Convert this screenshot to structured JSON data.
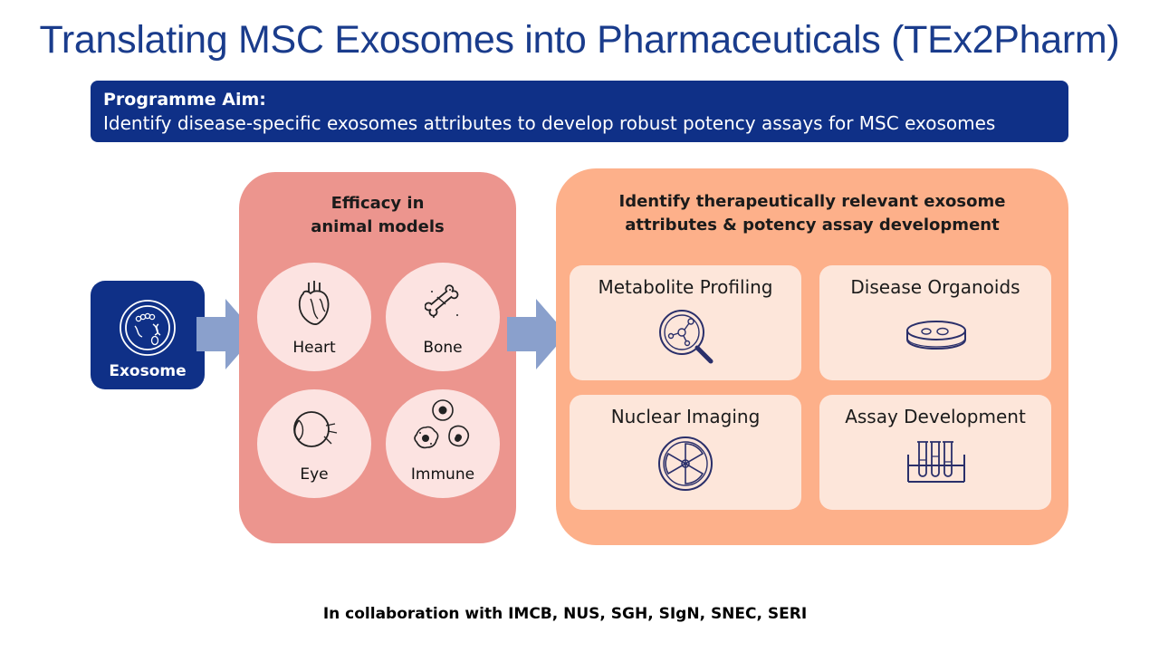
{
  "title": "Translating MSC Exosomes into Pharmaceuticals (TEx2Pharm)",
  "aim": {
    "label": "Programme Aim:",
    "text": "Identify disease-specific  exosomes attributes to develop robust potency assays for MSC exosomes"
  },
  "exosome": {
    "label": "Exosome",
    "icon": "exosome-icon"
  },
  "efficacy": {
    "title_line1": "Efficacy in",
    "title_line2": "animal models",
    "items": [
      {
        "label": "Heart",
        "icon": "heart-icon"
      },
      {
        "label": "Bone",
        "icon": "bone-icon"
      },
      {
        "label": "Eye",
        "icon": "eye-icon"
      },
      {
        "label": "Immune",
        "icon": "immune-cells-icon"
      }
    ]
  },
  "attributes": {
    "title_line1": "Identify therapeutically  relevant exosome",
    "title_line2": "attributes & potency assay development",
    "cards": [
      {
        "label": "Metabolite Profiling",
        "icon": "magnifier-molecule-icon"
      },
      {
        "label": "Disease Organoids",
        "icon": "petri-dish-icon"
      },
      {
        "label": "Nuclear Imaging",
        "icon": "radiation-icon"
      },
      {
        "label": "Assay Development",
        "icon": "test-tubes-icon"
      }
    ]
  },
  "footer": "In collaboration with IMCB, NUS, SGH, SIgN, SNEC, SERI",
  "colors": {
    "navy": "#0f3087",
    "title_blue": "#1a3c8c",
    "arrow": "#8aa0cc",
    "panel_red": "#ec958e",
    "panel_orange": "#fdb08a",
    "icon_stroke": "#2a2f6a"
  }
}
